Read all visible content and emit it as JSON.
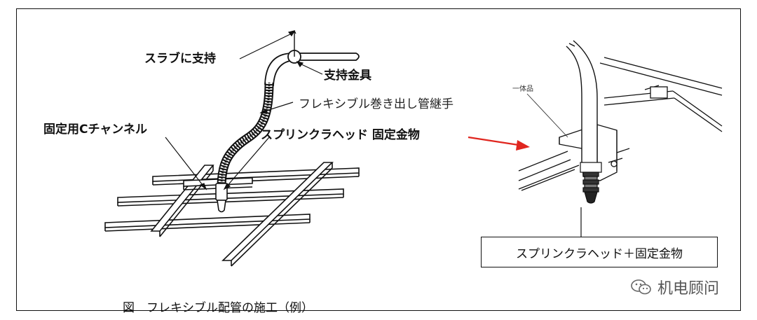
{
  "labels": {
    "slab_support": "スラブに支持",
    "support_bracket": "支持金具",
    "flexible_joint": "フレキシブル巻き出し管継手",
    "c_channel": "固定用Cチャンネル",
    "sprinkler_head_fixing": "スプリンクラヘッド 固定金物",
    "one_piece": "一体品"
  },
  "callout": {
    "text": "スプリンクラヘッド＋固定金物"
  },
  "caption": {
    "prefix": "図",
    "text": "フレキシブル配管の施工（例）"
  },
  "watermark": {
    "text": "机电顾问",
    "icon": "wechat-icon"
  },
  "colors": {
    "arrow": "#e0261f",
    "line": "#111111"
  }
}
